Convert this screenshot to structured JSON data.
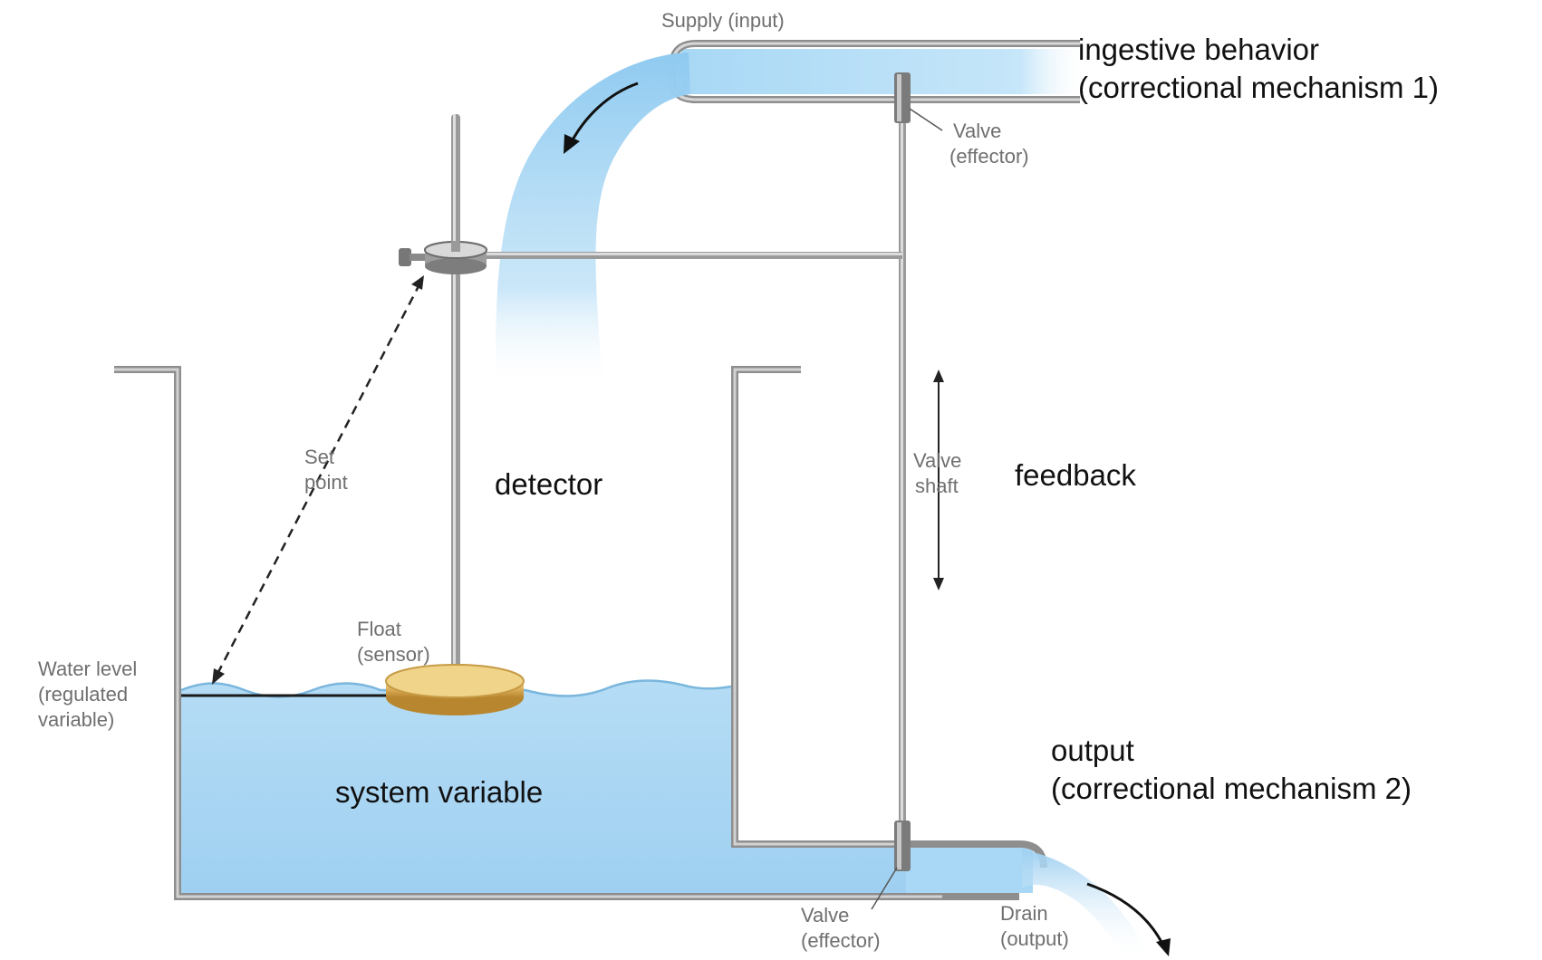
{
  "labels": {
    "supply": "Supply (input)",
    "ingestive_line1": "ingestive behavior",
    "ingestive_line2": "(correctional mechanism 1)",
    "valve_top_line1": "Valve",
    "valve_top_line2": "(effector)",
    "set_point_line1": "Set",
    "set_point_line2": "point",
    "detector": "detector",
    "valve_shaft_line1": "Valve",
    "valve_shaft_line2": "shaft",
    "feedback": "feedback",
    "float_line1": "Float",
    "float_line2": "(sensor)",
    "water_level_line1": "Water level",
    "water_level_line2": "(regulated",
    "water_level_line3": "variable)",
    "output_line1": "output",
    "output_line2": "(correctional mechanism 2)",
    "system_variable": "system variable",
    "valve_bottom_line1": "Valve",
    "valve_bottom_line2": "(effector)",
    "drain_line1": "Drain",
    "drain_line2": "(output)"
  },
  "colors": {
    "water": "#a9d7f3",
    "pipe": "#8e8e8e",
    "float": "#d9ab55",
    "text_small": "#6f6f6f",
    "text_large": "#111111"
  }
}
